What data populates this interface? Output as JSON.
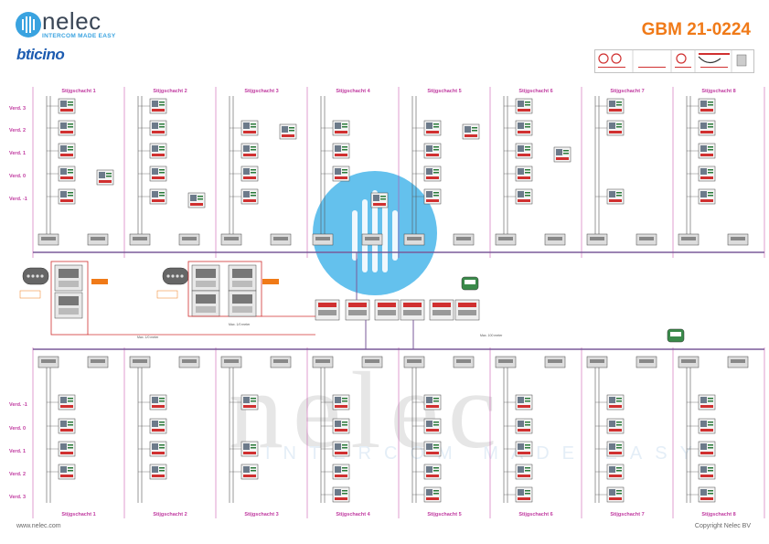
{
  "header": {
    "brand": "nelec",
    "tagline": "INTERCOM MADE EASY",
    "brand2": "bticino",
    "doc_title": "GBM 21-0224"
  },
  "footer": {
    "website": "www.nelec.com",
    "copyright": "Copyright Nelec BV"
  },
  "watermark": {
    "text": "nelec",
    "tagline": "INTERCOM MADE EASY"
  },
  "shafts": [
    "Stijgschacht 1",
    "Stijgschacht 2",
    "Stijgschacht 3",
    "Stijgschacht 4",
    "Stijgschacht 5",
    "Stijgschacht 6",
    "Stijgschacht 7",
    "Stijgschacht 8"
  ],
  "floors_top": [
    "Verd. 3",
    "Verd. 2",
    "Verd. 1",
    "Verd. 0",
    "Verd. -1"
  ],
  "floors_bottom": [
    "Verd. -1",
    "Verd. 0",
    "Verd. 1",
    "Verd. 2",
    "Verd. 3"
  ],
  "bus_labels": [
    "Max. 1/0 meter",
    "Max. 1/0 meter",
    "Max. 100 meter"
  ],
  "colors": {
    "accent": "#f07a18",
    "shaft_line": "#c03aa0",
    "bus": "#7a5a9a",
    "wire_red": "#d03030",
    "brand_blue": "#1c5bb0",
    "water_blue": "#49b6ea"
  }
}
